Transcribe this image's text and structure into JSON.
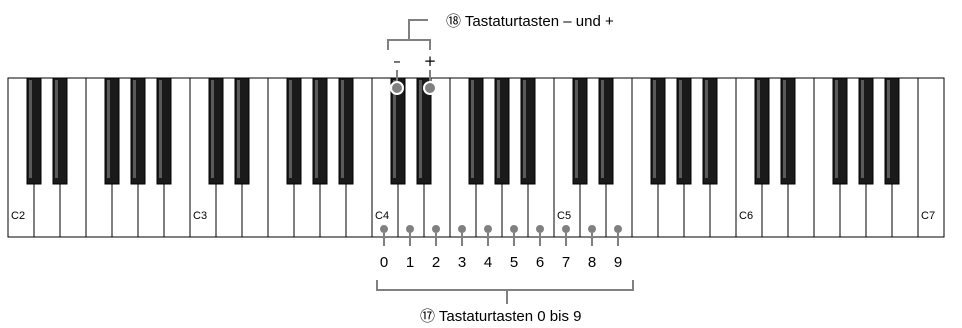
{
  "callout_top": {
    "label": "⑱ Tastaturtasten – und +"
  },
  "callout_bottom": {
    "label": "⑰ Tastaturtasten 0 bis 9"
  },
  "key_symbols": {
    "minus": "–",
    "plus": "+"
  },
  "octave_labels": [
    "C2",
    "C3",
    "C4",
    "C5",
    "C6",
    "C7"
  ],
  "number_keys": [
    "0",
    "1",
    "2",
    "3",
    "4",
    "5",
    "6",
    "7",
    "8",
    "9"
  ],
  "colors": {
    "line": "#808080",
    "black_key": "#1a1a1a",
    "white_key": "#ffffff"
  }
}
